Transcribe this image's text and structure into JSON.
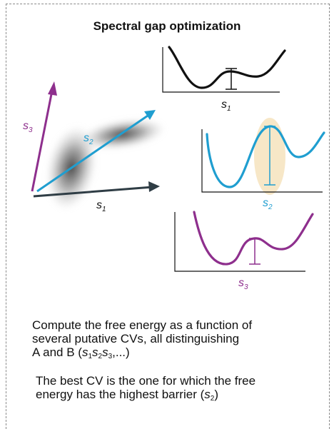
{
  "title": "Spectral gap optimization",
  "colors": {
    "s1": "#2f3d45",
    "s2": "#1f9ed0",
    "s3": "#8e2f8d",
    "curve1": "#111111",
    "highlight": "#f7e6c4"
  },
  "axes": {
    "s1": {
      "letter": "s",
      "index": "1"
    },
    "s2": {
      "letter": "s",
      "index": "2"
    },
    "s3": {
      "letter": "s",
      "index": "3"
    }
  },
  "paragraph1": {
    "lines": [
      "Compute the free energy as a function of",
      "several putative CVs, all distinguishing"
    ],
    "line3_prefix": "A and B (",
    "line3_vars": [
      {
        "letter": "s",
        "index": "1"
      },
      {
        "letter": "s",
        "index": "2"
      },
      {
        "letter": "s",
        "index": "3"
      }
    ],
    "line3_suffix": ",...)"
  },
  "paragraph2": {
    "line1": "The best CV is the one for which the free",
    "line2_prefix": "energy has the highest barrier (",
    "line2_var": {
      "letter": "s",
      "index": "2"
    },
    "line2_suffix": ")"
  }
}
